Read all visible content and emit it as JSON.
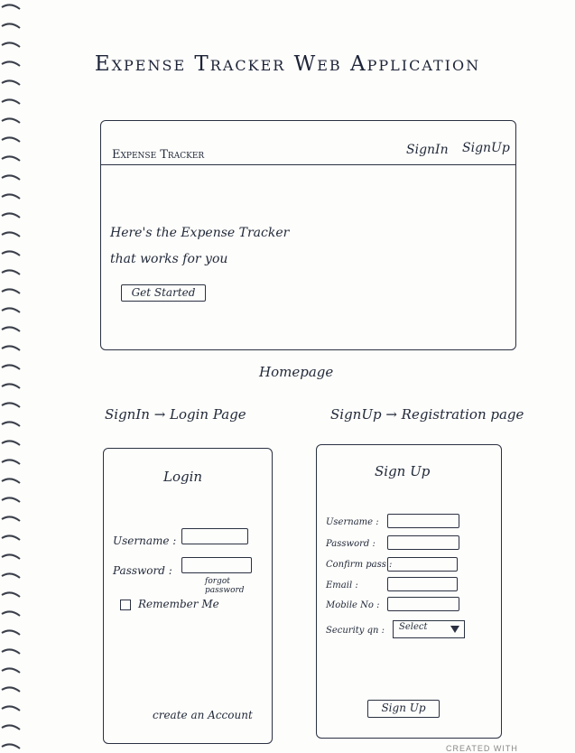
{
  "title": "Expense Tracker Web Application",
  "homepage": {
    "brand": "Expense Tracker",
    "nav": {
      "signin": "SignIn",
      "signup": "SignUp"
    },
    "hero_line1": "Here's the Expense Tracker",
    "hero_line2": "that works for you",
    "cta": "Get Started",
    "caption": "Homepage"
  },
  "flow": {
    "signin_label": "SignIn → Login Page",
    "signup_label": "SignUp → Registration page"
  },
  "login": {
    "heading": "Login",
    "username_label": "Username :",
    "password_label": "Password :",
    "forgot": "forgot password",
    "remember": "Remember Me",
    "create": "create an Account"
  },
  "register": {
    "heading": "Sign Up",
    "fields": [
      {
        "label": "Username :"
      },
      {
        "label": "Password :"
      },
      {
        "label": "Confirm pass :"
      },
      {
        "label": "Email :"
      },
      {
        "label": "Mobile No :"
      }
    ],
    "security_label": "Security qn :",
    "security_value": "Select",
    "submit": "Sign Up"
  },
  "footer": "CREATED WITH"
}
